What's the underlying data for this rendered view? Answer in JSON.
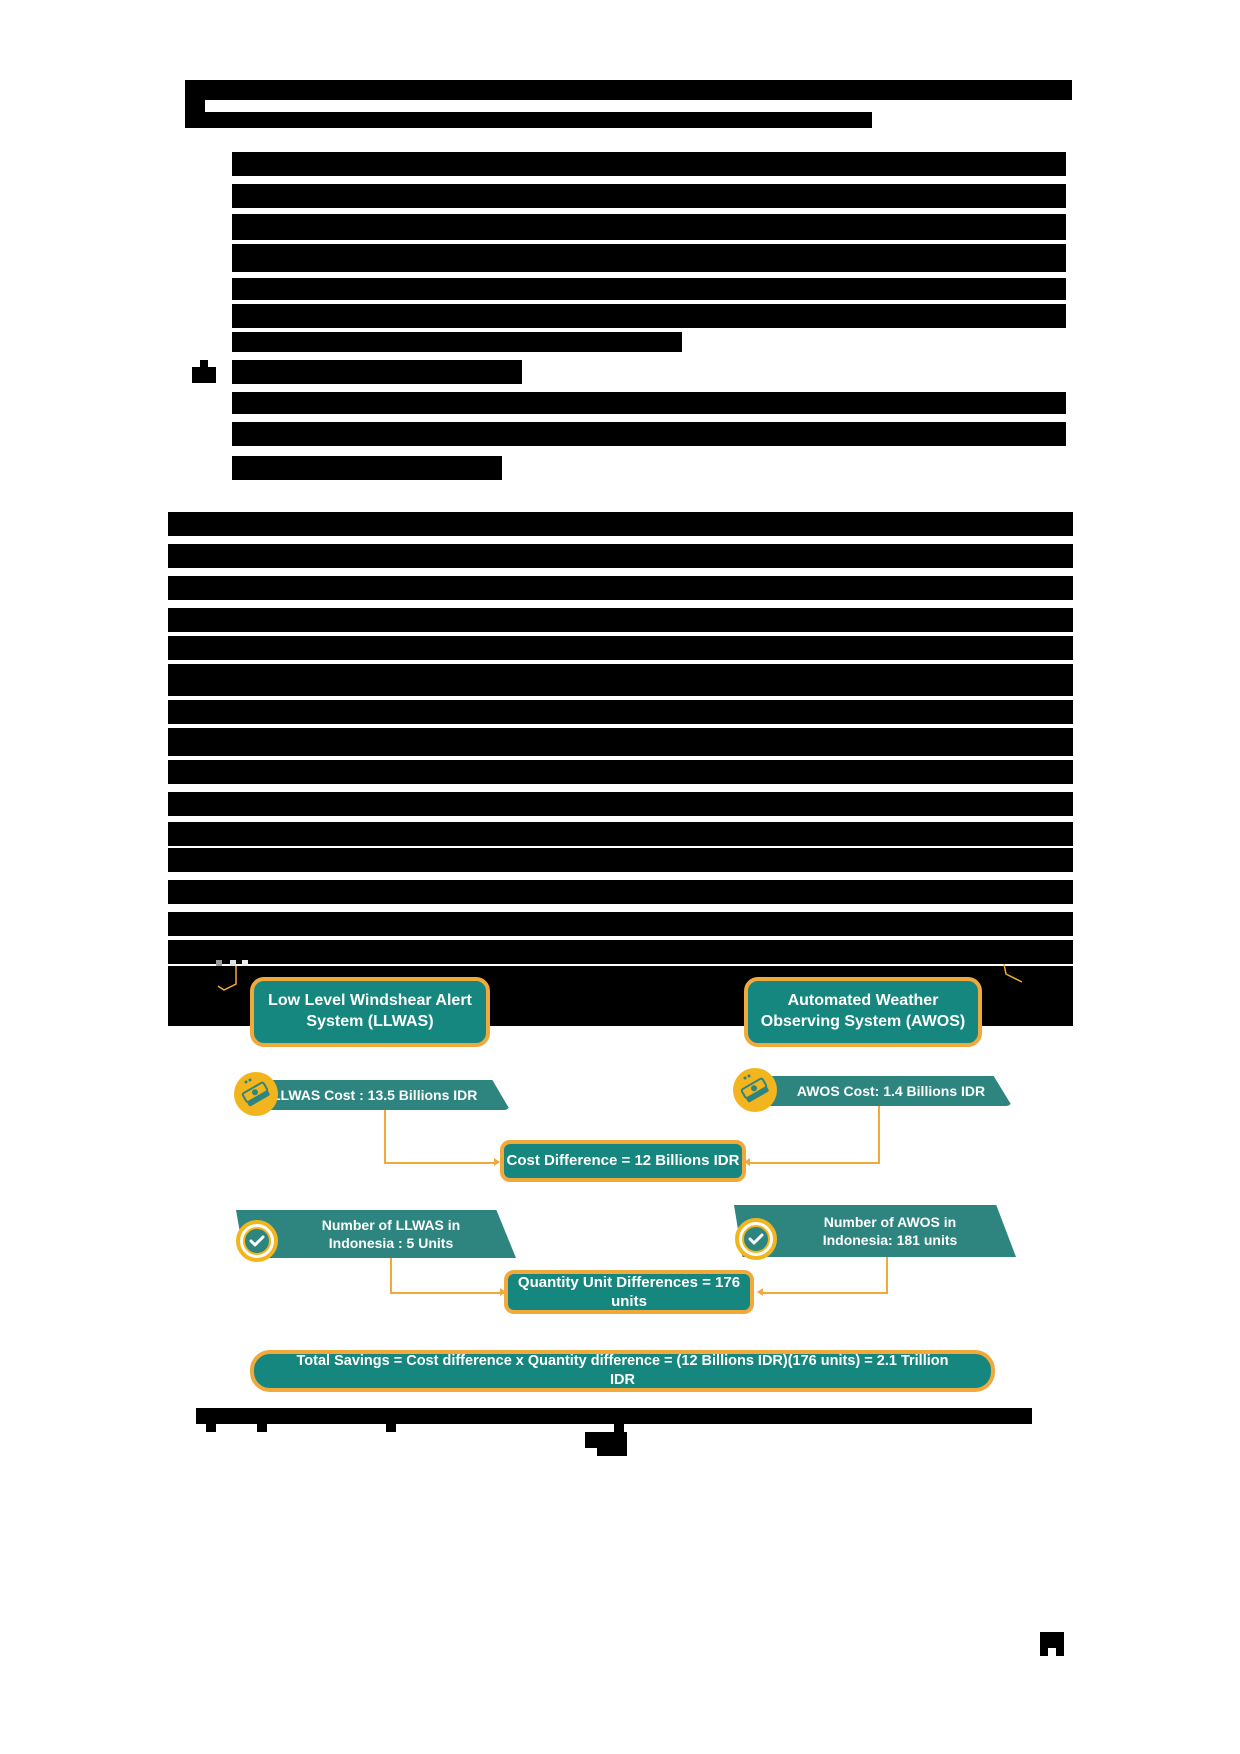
{
  "page": {
    "type": "document-page",
    "redacted_text_note": "Body text, heading, figure caption and page number are redacted with black bars"
  },
  "figure": {
    "colors": {
      "teal_box": "#16877f",
      "teal_banner": "#2e8580",
      "orange_border": "#f2a93b",
      "gold_icon": "#f2b51d"
    },
    "llwas_title": "Low Level Windshear Alert System (LLWAS)",
    "awos_title": "Automated Weather Observing System (AWOS)",
    "llwas_cost": "LLWAS Cost : 13.5 Billions IDR",
    "awos_cost": "AWOS Cost: 1.4 Billions IDR",
    "cost_difference": "Cost Difference = 12 Billions IDR",
    "llwas_count": "Number of LLWAS in Indonesia : 5  Units",
    "awos_count": "Number of AWOS in Indonesia: 181 units",
    "quantity_difference": "Quantity Unit Differences = 176 units",
    "total_savings": "Total Savings = Cost difference x Quantity difference = (12 Billions IDR)(176 units) = 2.1 Trillion IDR",
    "icons": {
      "cost_icon": "money-stack-icon",
      "count_icon": "check-circle-icon"
    }
  }
}
